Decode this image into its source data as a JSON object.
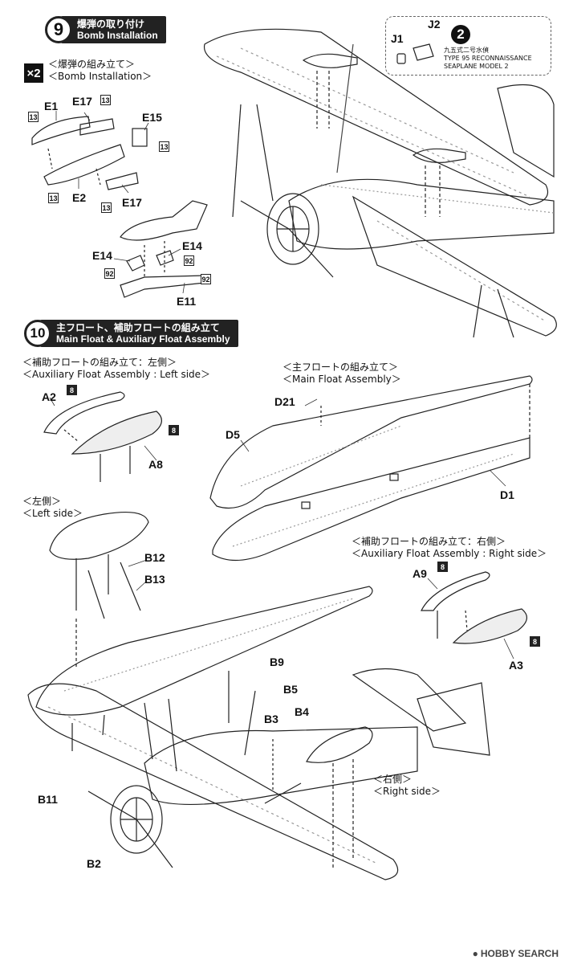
{
  "step9": {
    "number": "9",
    "title_jp": "爆弾の取り付け",
    "title_en": "Bomb Installation",
    "multiplier": "×2",
    "sub_jp": "＜爆弾の組み立て＞",
    "sub_en": "＜Bomb Installation＞",
    "parts": [
      "E1",
      "E17",
      "E15",
      "E2",
      "E17",
      "E14",
      "E14",
      "E11"
    ],
    "tags": [
      "13",
      "13",
      "13",
      "13",
      "13",
      "92",
      "92",
      "92"
    ]
  },
  "reference": {
    "number": "2",
    "parts": [
      "J1",
      "J2"
    ],
    "jp": "九五式二号水偵",
    "en1": "TYPE 95 RECONNAISSANCE",
    "en2": "SEAPLANE MODEL 2"
  },
  "step10": {
    "number": "10",
    "title_jp": "主フロート、補助フロートの組み立て",
    "title_en": "Main Float & Auxiliary Float  Assembly",
    "aux_left_jp": "＜補助フロートの組み立て：左側＞",
    "aux_left_en": "＜Auxiliary Float Assembly : Left side＞",
    "main_jp": "＜主フロートの組み立て＞",
    "main_en": "＜Main Float Assembly＞",
    "left_jp": "＜左側＞",
    "left_en": "＜Left side＞",
    "aux_right_jp": "＜補助フロートの組み立て：右側＞",
    "aux_right_en": "＜Auxiliary Float Assembly : Right side＞",
    "right_jp": "＜右側＞",
    "right_en": "＜Right side＞",
    "parts": [
      "A2",
      "A8",
      "D21",
      "D5",
      "D1",
      "B12",
      "B13",
      "A9",
      "A3",
      "B9",
      "B5",
      "B3",
      "B4",
      "B11",
      "B2"
    ],
    "tags": [
      "8",
      "8",
      "8",
      "8"
    ]
  },
  "watermark": "HOBBY SEARCH"
}
